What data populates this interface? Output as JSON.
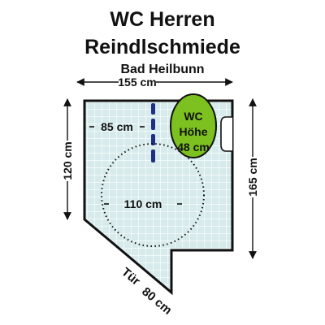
{
  "title": {
    "line1": "WC Herren",
    "line2": "Reindlschmiede",
    "line3": "Bad Heilbunn"
  },
  "dimensions": {
    "top_width": "155 cm",
    "left_height": "120 cm",
    "right_height": "165 cm",
    "inner_width": "85 cm",
    "turning_circle": "110 cm"
  },
  "toilet": {
    "label1": "WC",
    "label2": "Höhe",
    "label3": "48 cm",
    "color": "#7cc11f"
  },
  "door": {
    "label": "Tür",
    "width": "80 cm"
  },
  "colors": {
    "floor_tile": "#d7ebec",
    "grab_bar": "#1e2f87"
  }
}
